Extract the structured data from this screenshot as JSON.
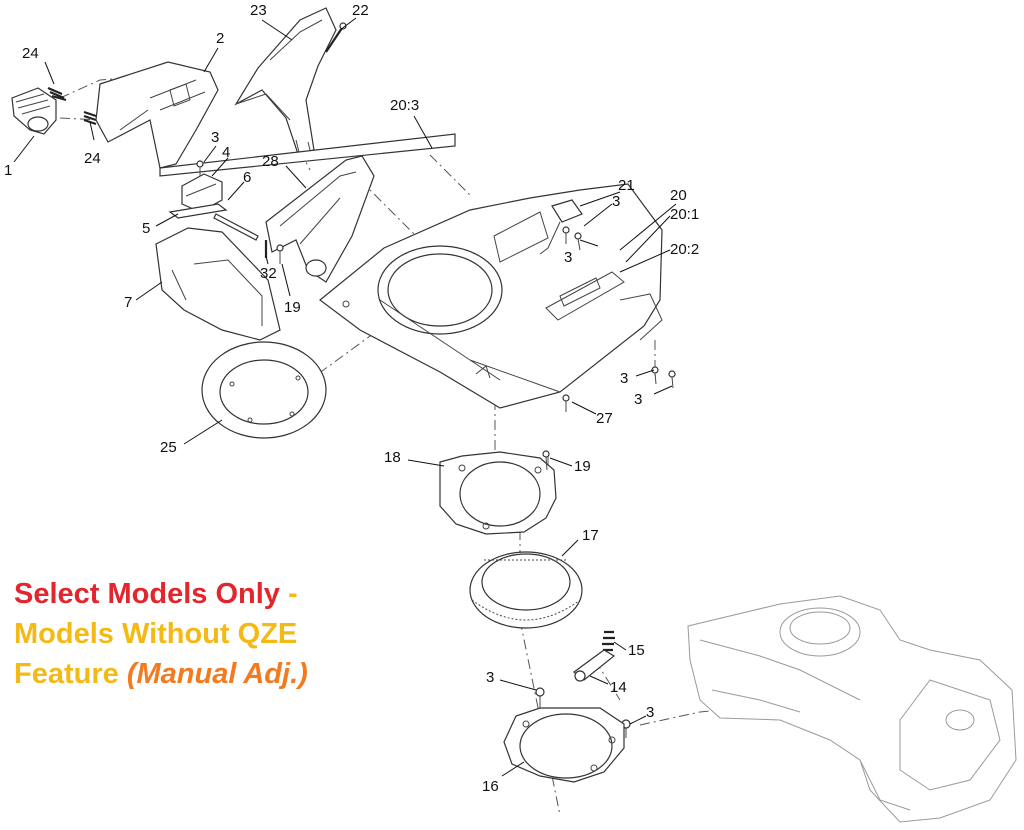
{
  "callouts": {
    "c1": "1",
    "c2": "2",
    "c3a": "3",
    "c3b": "3",
    "c3c": "3",
    "c3d": "3",
    "c3e": "3",
    "c3f": "3",
    "c3g": "3",
    "c4": "4",
    "c5": "5",
    "c6": "6",
    "c7": "7",
    "c14": "14",
    "c15": "15",
    "c16": "16",
    "c17": "17",
    "c18": "18",
    "c19a": "19",
    "c19b": "19",
    "c20": "20",
    "c20_1": "20:1",
    "c20_2": "20:2",
    "c20_3": "20:3",
    "c21": "21",
    "c22": "22",
    "c23": "23",
    "c24a": "24",
    "c24b": "24",
    "c25": "25",
    "c27": "27",
    "c28": "28",
    "c32": "32"
  },
  "note": {
    "line1": "Select Models Only",
    "dash": " -",
    "line2": "Models Without QZE",
    "line3_a": "Feature ",
    "line3_b": "(Manual Adj.)"
  },
  "colors": {
    "line1": "#e1262d",
    "line2": "#f5b915",
    "line3_b": "#f47a20"
  }
}
